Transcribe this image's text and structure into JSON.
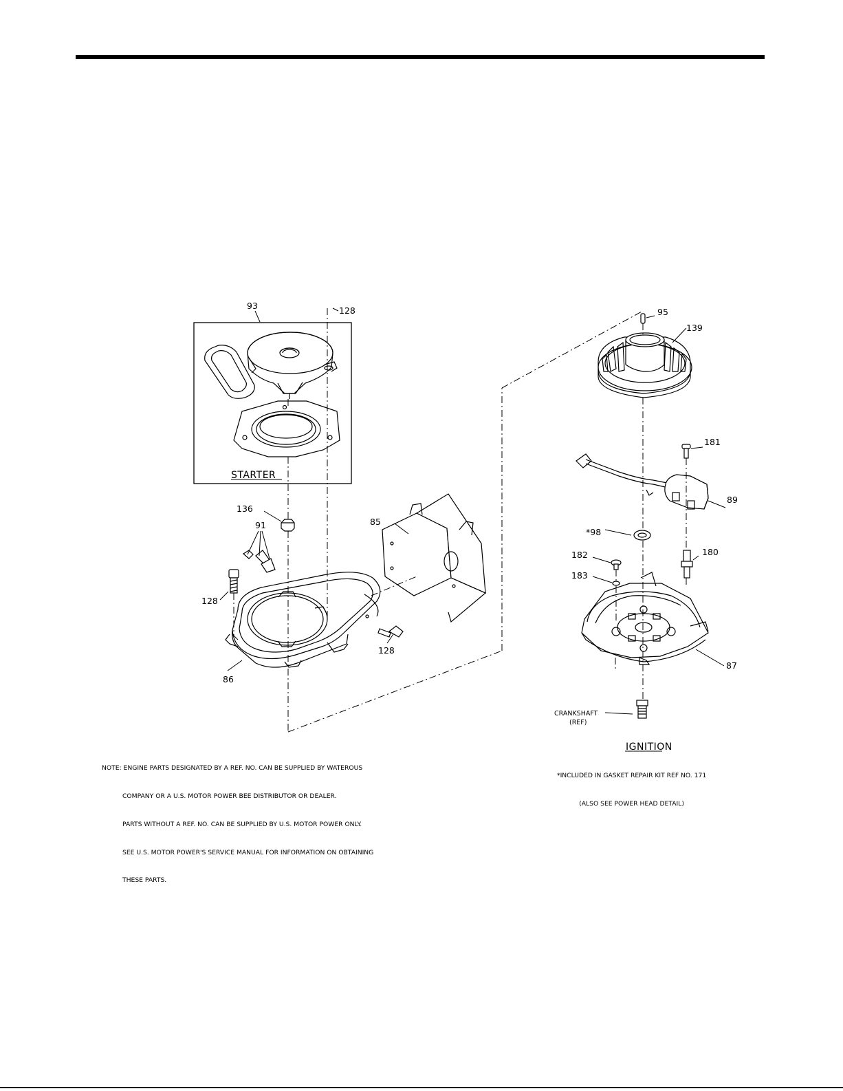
{
  "callouts": {
    "c93": "93",
    "c128_top": "128",
    "c136": "136",
    "c91": "91",
    "c128_left": "128",
    "c86": "86",
    "c128_right": "128",
    "c85": "85",
    "c95": "95",
    "c139": "139",
    "c181": "181",
    "c89": "89",
    "c98": "*98",
    "c182": "182",
    "c183": "183",
    "c180": "180",
    "c87": "87"
  },
  "labels": {
    "starter": "STARTER",
    "ignition": "IGNITION",
    "crankshaft_line1": "CRANKSHAFT",
    "crankshaft_line2": "(REF)"
  },
  "notes": {
    "line1": "NOTE: ENGINE PARTS DESIGNATED BY A REF. NO. CAN BE SUPPLIED BY WATEROUS",
    "line2": "COMPANY OR A U.S. MOTOR POWER BEE DISTRIBUTOR OR DEALER.",
    "line3": "PARTS WITHOUT A REF. NO. CAN BE SUPPLIED BY U.S. MOTOR POWER ONLY.",
    "line4": "SEE U.S. MOTOR POWER'S SERVICE MANUAL FOR INFORMATION ON OBTAINING",
    "line5": "THESE PARTS."
  },
  "kit_note": {
    "line1": "*INCLUDED IN GASKET REPAIR KIT REF NO. 171",
    "line2": "(ALSO SEE POWER HEAD DETAIL)"
  }
}
